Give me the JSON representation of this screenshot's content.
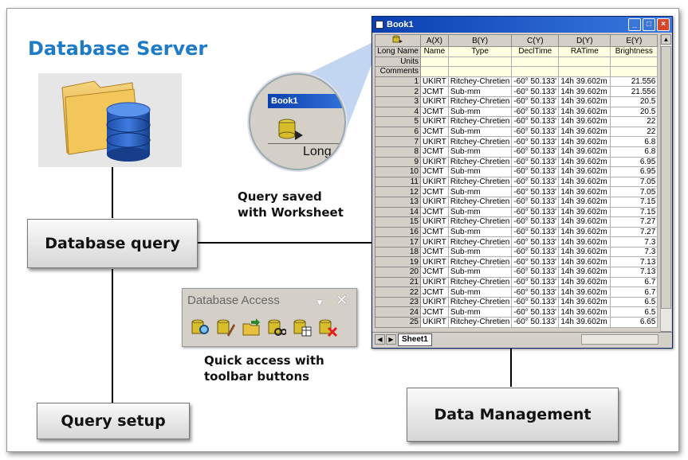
{
  "title": "Database Server",
  "boxes": {
    "database_query": "Database query",
    "query_setup": "Query setup",
    "data_management": "Data Management"
  },
  "captions": {
    "query_saved_line1": "Query saved",
    "query_saved_line2": "with Worksheet",
    "quick_access_line1": "Quick access with",
    "quick_access_line2": "toolbar buttons"
  },
  "toolbar": {
    "title": "Database Access",
    "icons": [
      "db-query-icon",
      "db-edit-icon",
      "db-open-icon",
      "db-preview-icon",
      "db-import-icon",
      "db-remove-icon"
    ]
  },
  "worksheet": {
    "window_title": "Book1",
    "sheet_tab": "Sheet1",
    "columns": [
      "A(X)",
      "B(Y)",
      "C(Y)",
      "D(Y)",
      "E(Y)"
    ],
    "long_names": [
      "Name",
      "Type",
      "DeclTime",
      "RATime",
      "Brightness"
    ],
    "row_labels": [
      "Long Name",
      "Units",
      "Comments"
    ],
    "rows": [
      [
        "1",
        "UKIRT",
        "Ritchey-Chretien",
        "-60° 50.133'",
        "14h 39.602m",
        "21.556"
      ],
      [
        "2",
        "JCMT",
        "Sub-mm",
        "-60° 50.133'",
        "14h 39.602m",
        "21.556"
      ],
      [
        "3",
        "UKIRT",
        "Ritchey-Chretien",
        "-60° 50.133'",
        "14h 39.602m",
        "20.5"
      ],
      [
        "4",
        "JCMT",
        "Sub-mm",
        "-60° 50.133'",
        "14h 39.602m",
        "20.5"
      ],
      [
        "5",
        "UKIRT",
        "Ritchey-Chretien",
        "-60° 50.133'",
        "14h 39.602m",
        "22"
      ],
      [
        "6",
        "JCMT",
        "Sub-mm",
        "-60° 50.133'",
        "14h 39.602m",
        "22"
      ],
      [
        "7",
        "UKIRT",
        "Ritchey-Chretien",
        "-60° 50.133'",
        "14h 39.602m",
        "6.8"
      ],
      [
        "8",
        "JCMT",
        "Sub-mm",
        "-60° 50.133'",
        "14h 39.602m",
        "6.8"
      ],
      [
        "9",
        "UKIRT",
        "Ritchey-Chretien",
        "-60° 50.133'",
        "14h 39.602m",
        "6.95"
      ],
      [
        "10",
        "JCMT",
        "Sub-mm",
        "-60° 50.133'",
        "14h 39.602m",
        "6.95"
      ],
      [
        "11",
        "UKIRT",
        "Ritchey-Chretien",
        "-60° 50.133'",
        "14h 39.602m",
        "7.05"
      ],
      [
        "12",
        "JCMT",
        "Sub-mm",
        "-60° 50.133'",
        "14h 39.602m",
        "7.05"
      ],
      [
        "13",
        "UKIRT",
        "Ritchey-Chretien",
        "-60° 50.133'",
        "14h 39.602m",
        "7.15"
      ],
      [
        "14",
        "JCMT",
        "Sub-mm",
        "-60° 50.133'",
        "14h 39.602m",
        "7.15"
      ],
      [
        "15",
        "UKIRT",
        "Ritchey-Chretien",
        "-60° 50.133'",
        "14h 39.602m",
        "7.27"
      ],
      [
        "16",
        "JCMT",
        "Sub-mm",
        "-60° 50.133'",
        "14h 39.602m",
        "7.27"
      ],
      [
        "17",
        "UKIRT",
        "Ritchey-Chretien",
        "-60° 50.133'",
        "14h 39.602m",
        "7.3"
      ],
      [
        "18",
        "JCMT",
        "Sub-mm",
        "-60° 50.133'",
        "14h 39.602m",
        "7.3"
      ],
      [
        "19",
        "UKIRT",
        "Ritchey-Chretien",
        "-60° 50.133'",
        "14h 39.602m",
        "7.13"
      ],
      [
        "20",
        "JCMT",
        "Sub-mm",
        "-60° 50.133'",
        "14h 39.602m",
        "7.13"
      ],
      [
        "21",
        "UKIRT",
        "Ritchey-Chretien",
        "-60° 50.133'",
        "14h 39.602m",
        "6.7"
      ],
      [
        "22",
        "JCMT",
        "Sub-mm",
        "-60° 50.133'",
        "14h 39.602m",
        "6.7"
      ],
      [
        "23",
        "UKIRT",
        "Ritchey-Chretien",
        "-60° 50.133'",
        "14h 39.602m",
        "6.5"
      ],
      [
        "24",
        "JCMT",
        "Sub-mm",
        "-60° 50.133'",
        "14h 39.602m",
        "6.5"
      ],
      [
        "25",
        "UKIRT",
        "Ritchey-Chretien",
        "-60° 50.133'",
        "14h 39.602m",
        "6.65"
      ]
    ]
  },
  "zoom": {
    "window_title": "Book1",
    "label": "Long"
  },
  "colors": {
    "title": "#1e7bc8",
    "metadata_row": "#ffffe1",
    "titlebar": "#0a3fb0"
  }
}
